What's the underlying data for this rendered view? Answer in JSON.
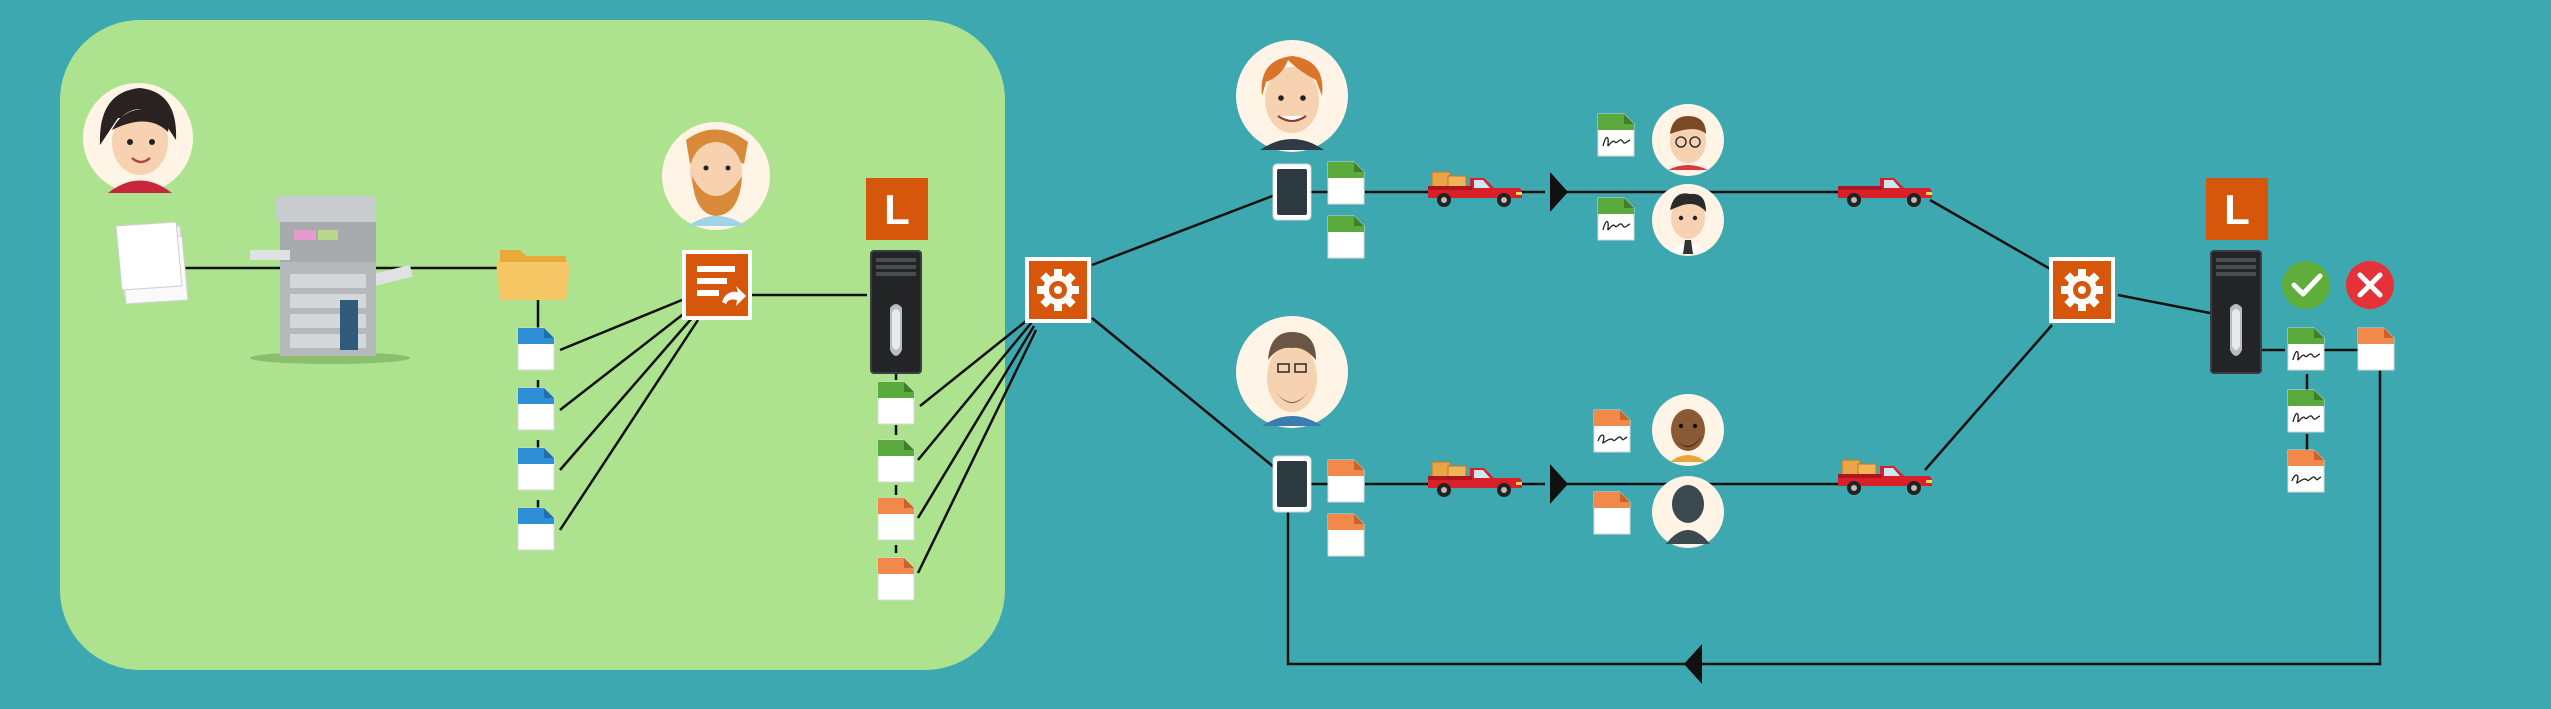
{
  "badges": {
    "server_left": "L",
    "server_right": "L"
  },
  "icons": {
    "scan_person": "woman-avatar",
    "manager": "bearded-man-avatar",
    "printer": "multifunction-printer",
    "paper_stack": "paper-stack",
    "folder": "folder-icon",
    "routing": "routing-icon",
    "gear": "gear-icon",
    "tablet": "tablet-icon",
    "truck": "pickup-truck",
    "approve": "check-icon",
    "reject": "close-icon"
  },
  "colors": {
    "background": "#3ea8b0",
    "office_area": "#ade38f",
    "accent_orange": "#e05a0c",
    "doc_blue": "#2e8fd6",
    "doc_green": "#5aa93c",
    "doc_orange": "#f0894a",
    "truck_red": "#d8202a",
    "approve_green": "#5fae3b",
    "reject_red": "#e53238"
  }
}
